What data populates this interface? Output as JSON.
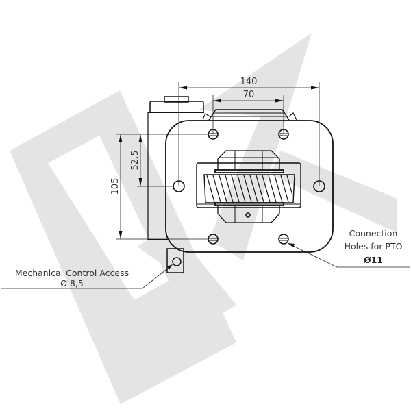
{
  "drawing": {
    "background_color": "#ffffff",
    "watermark_color": "#e4e4e4",
    "line_color": "#111111",
    "text_color": "#333333"
  },
  "dimensions": {
    "overall_width": "140",
    "inner_width": "70",
    "overall_height": "105",
    "half_height": "52,5"
  },
  "callouts": {
    "mechanical_control": {
      "line1": "Mechanical Control Access",
      "line2": "Ø 8,5"
    },
    "connection_holes": {
      "line1": "Connection",
      "line2": "Holes for PTO",
      "line3": "Ø11"
    }
  }
}
